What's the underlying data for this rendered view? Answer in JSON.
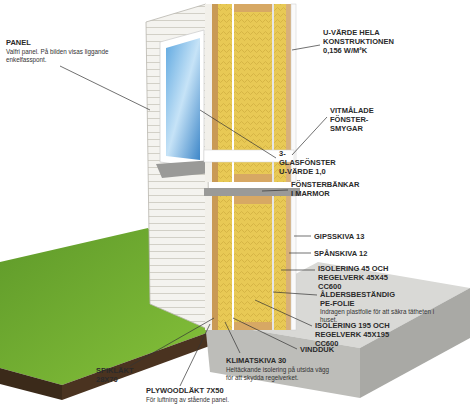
{
  "diagram": {
    "labels": [
      "PANEL",
      "Valfri panel. På bilden visas liggande enkelfasspont.",
      "U-VÄRDE HELA KONSTRUKTIONEN 0,156 W/M²K",
      "VITMÅLADE FÖNSTER-SMYGAR",
      "3-GLASFÖNSTER U-VÄRDE 1,0",
      "FÖNSTERBÄNKAR I MARMOR",
      "GIPSSKIVA 13",
      "SPÅNSKIVA 12",
      "ISOLERING 45 OCH REGELVERK 45X45",
      "ÅLDERSBESTÄNDIG PE-FOLIE",
      "Indragen plastfolie för att säkra tätheten i huset.",
      "ISOLERING 195 OCH REGELVERK 45X195 CC600",
      "VINDDUK",
      "KLIMATSKIVA 30",
      "Heltäckande isolering på utsida vägg för att skydda regelverket.",
      "SPIKLÄKT 28X70",
      "PLYWOODLÄKT 7X50",
      "För luftning av stående panel.",
      "CC600"
    ]
  }
}
